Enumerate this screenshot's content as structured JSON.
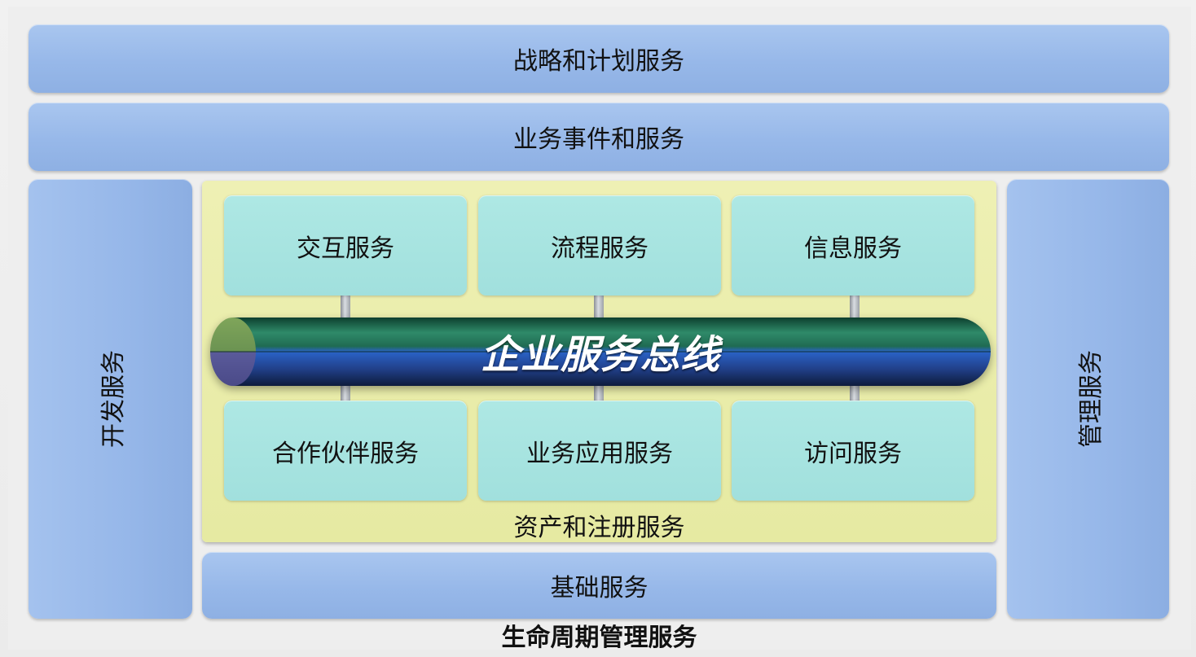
{
  "diagram": {
    "top_bars": {
      "strategy": "战略和计划服务",
      "business_events": "业务事件和服务"
    },
    "side_bars": {
      "left": "开发服务",
      "right": "管理服务"
    },
    "services": {
      "top_row": [
        "交互服务",
        "流程服务",
        "信息服务"
      ],
      "bottom_row": [
        "合作伙伴服务",
        "业务应用服务",
        "访问服务"
      ]
    },
    "bus_label": "企业服务总线",
    "registry_label": "资产和注册服务",
    "foundation_label": "基础服务",
    "footer_label": "生命周期管理服务"
  },
  "colors": {
    "bar_blue": "#97b8e9",
    "service_cyan": "#a1e0dd",
    "panel_yellow": "#e6eaa2",
    "bus_green": "#1e6b52",
    "bus_blue": "#27438d"
  }
}
